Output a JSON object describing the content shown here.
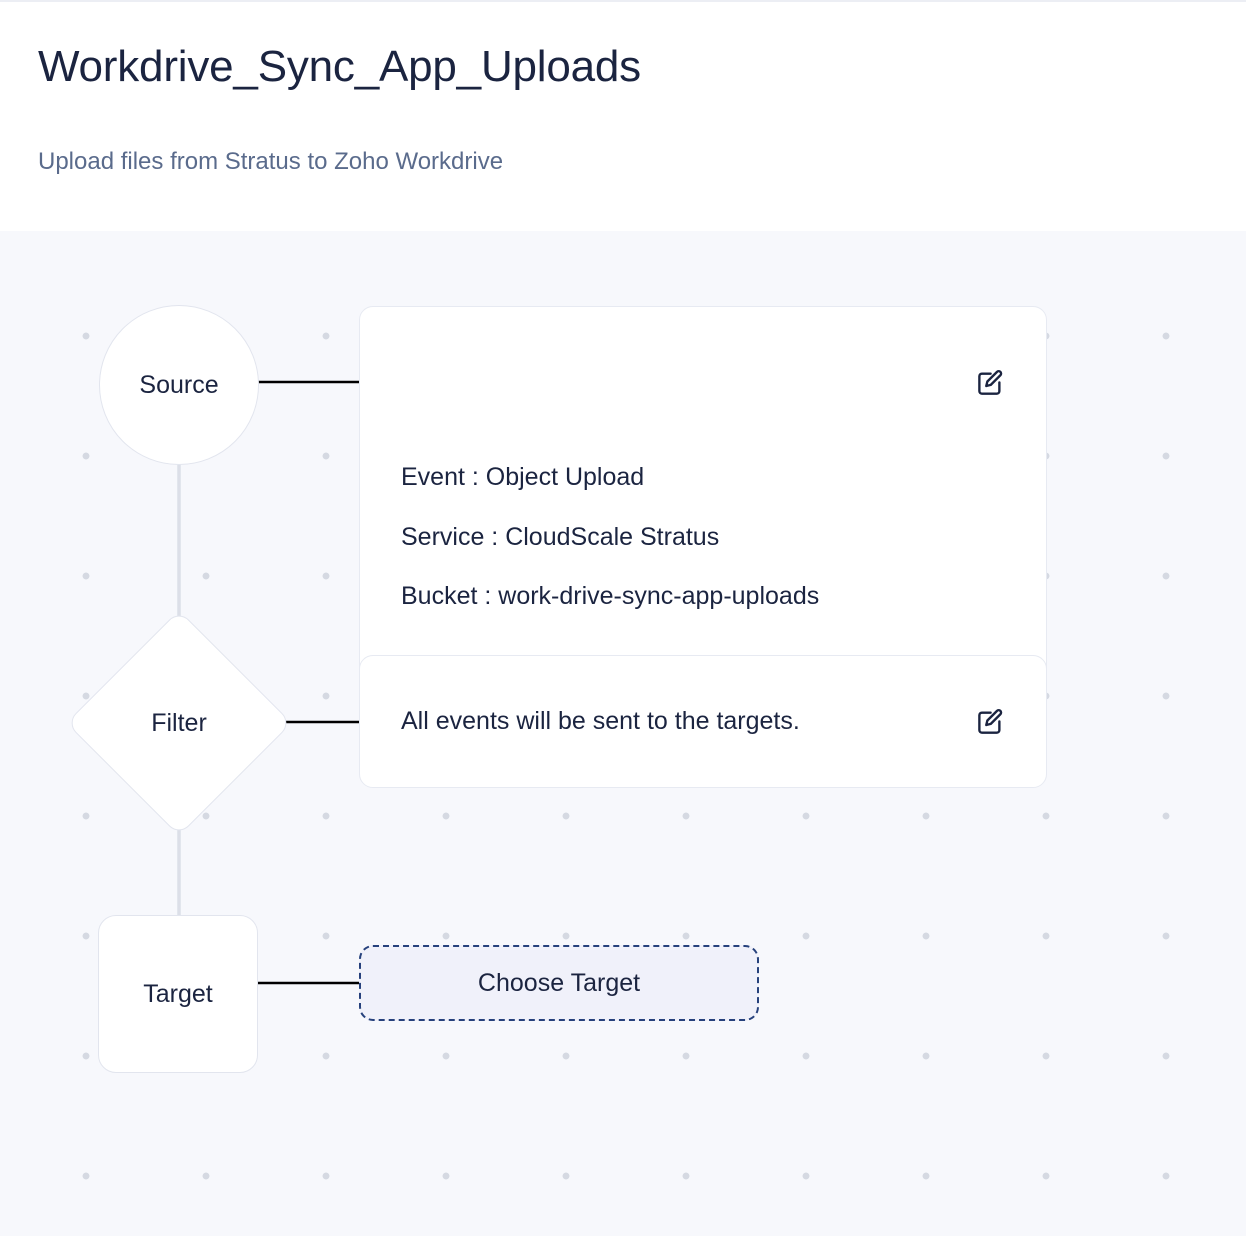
{
  "header": {
    "title": "Workdrive_Sync_App_Uploads",
    "subtitle": "Upload files from Stratus to Zoho Workdrive"
  },
  "flow": {
    "nodes": {
      "source": {
        "label": "Source"
      },
      "filter": {
        "label": "Filter"
      },
      "target": {
        "label": "Target"
      }
    },
    "source_card": {
      "lines": [
        "Event : Object Upload",
        "Service : CloudScale Stratus",
        "Bucket : work-drive-sync-app-uploads"
      ],
      "edit_icon": "edit-pencil-icon"
    },
    "filter_card": {
      "lines": [
        "All events will be sent to the targets."
      ],
      "edit_icon": "edit-pencil-icon"
    },
    "target_action": {
      "label": "Choose Target"
    }
  },
  "colors": {
    "canvas_background": "#f7f8fc",
    "grid_dot": "#d5d9e2",
    "text_primary": "#1b2440",
    "text_muted": "#5a6b8c",
    "node_border": "#e2e5ee",
    "card_border": "#e7eaf2",
    "connector": "#000000",
    "connector_vertical": "#dcdfe8",
    "accent_dashed": "#26417c",
    "accent_fill": "#f0f1fa"
  }
}
